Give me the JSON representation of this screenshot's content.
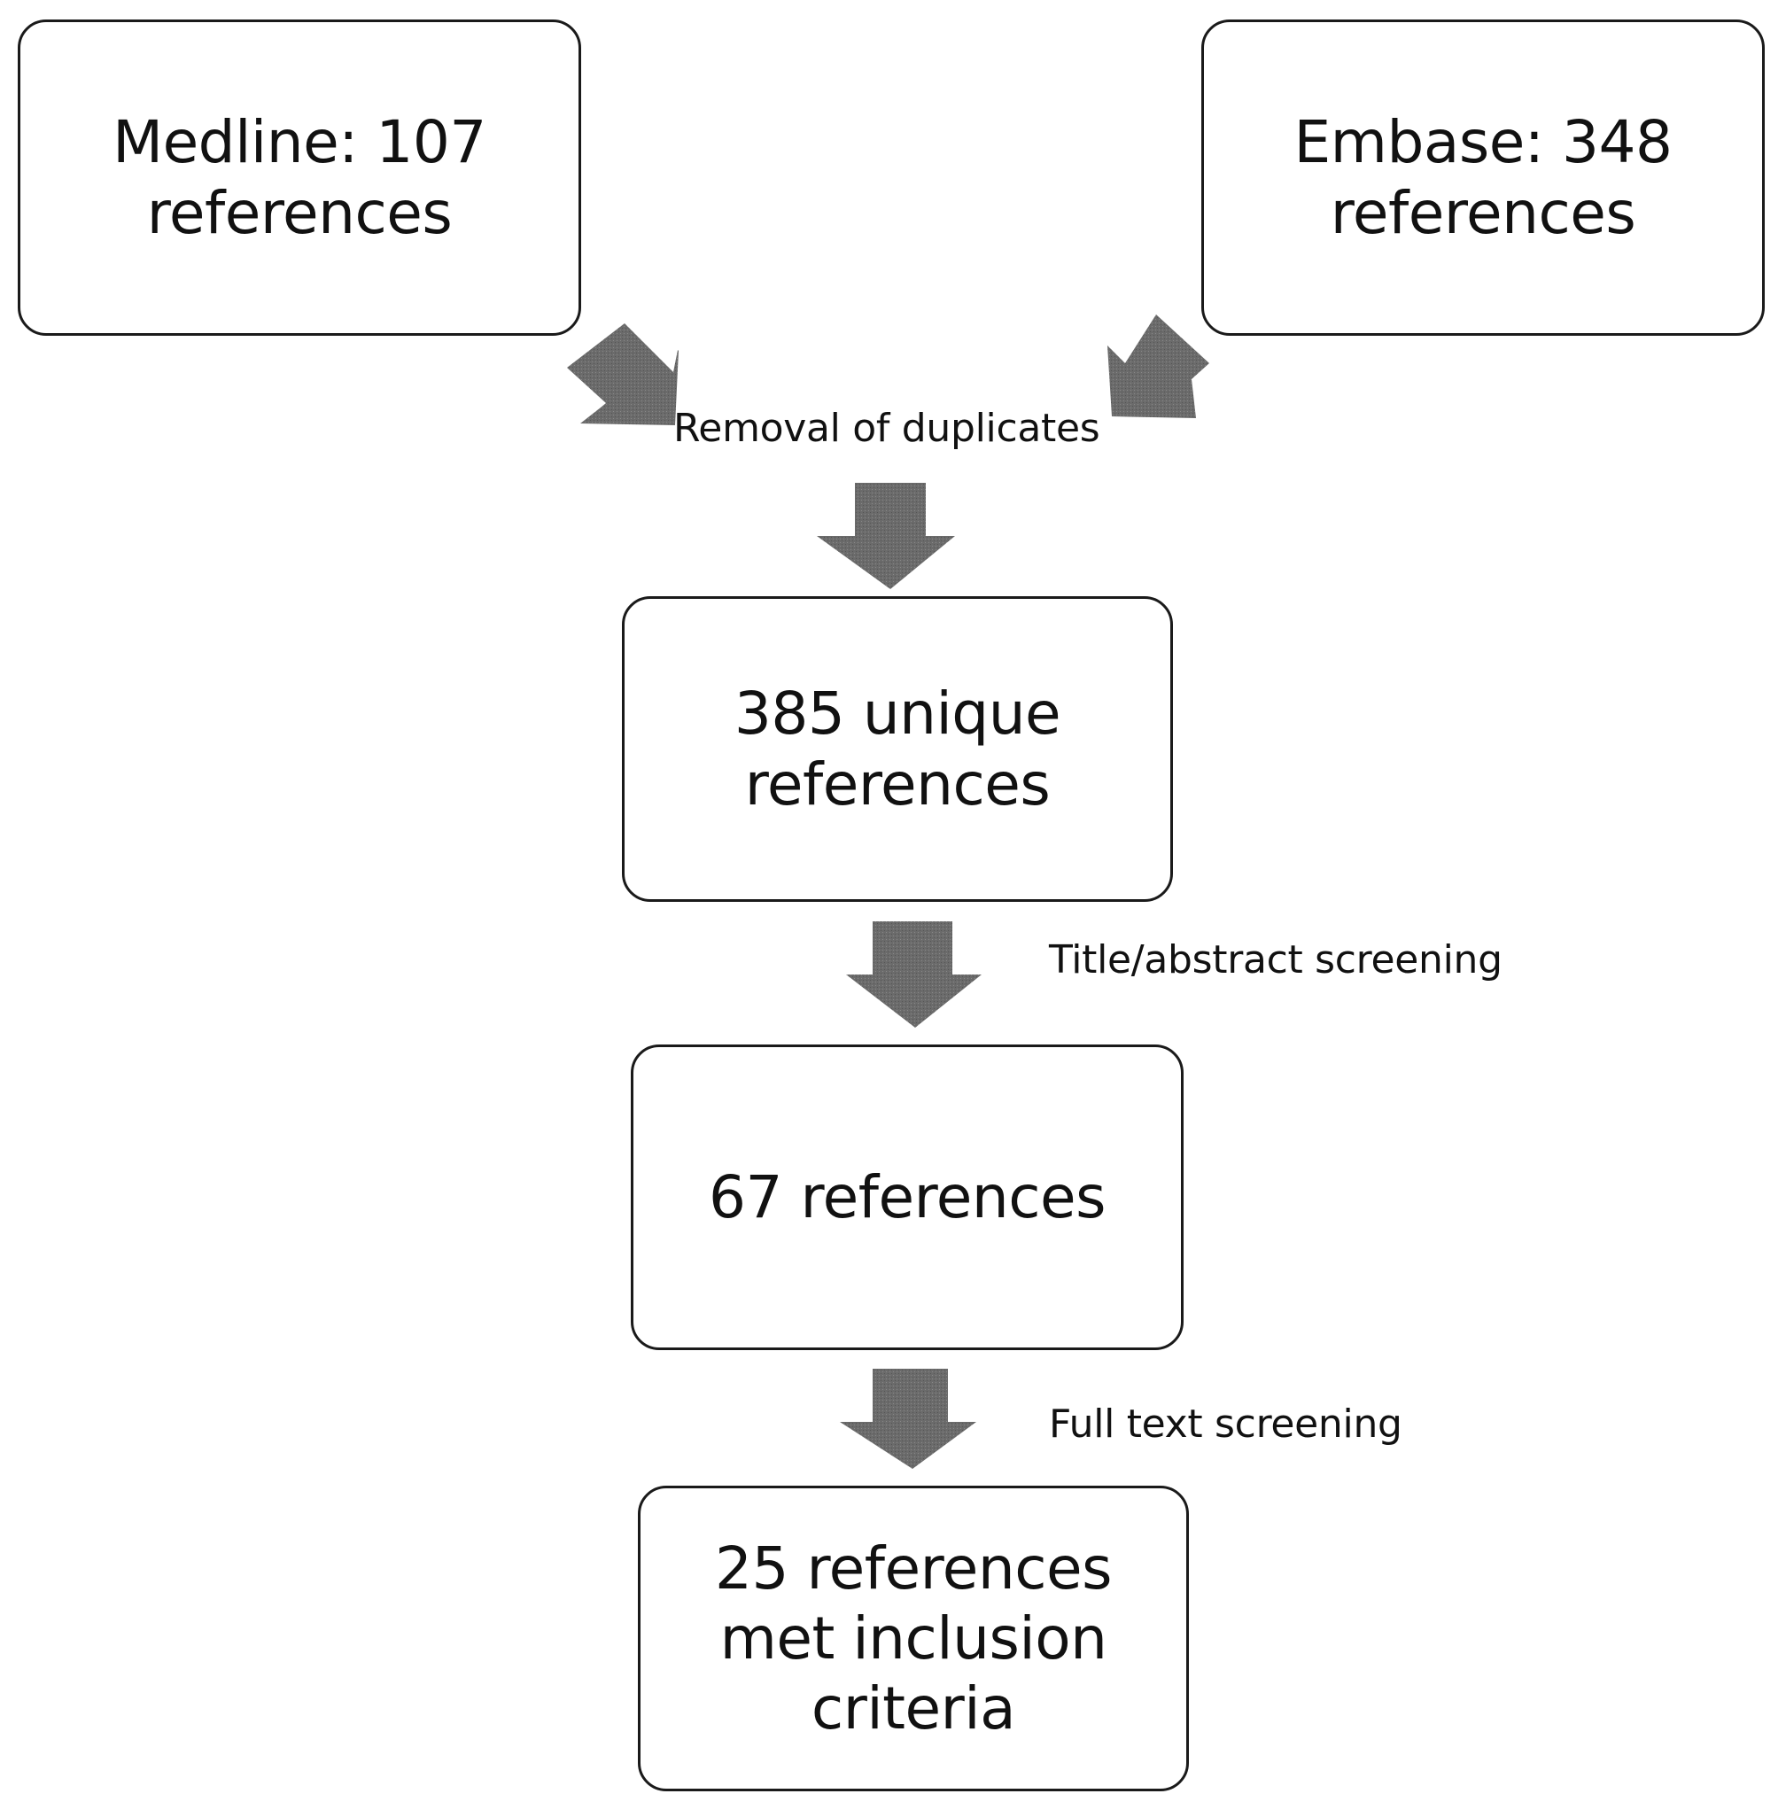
{
  "boxes": {
    "medline": "Medline: 107\nreferences",
    "embase": "Embase: 348\nreferences",
    "unique": "385 unique\nreferences",
    "after_title_abstract": "67 references",
    "included": "25 references\nmet inclusion\ncriteria"
  },
  "steps": {
    "deduplication": "Removal of duplicates",
    "title_abstract": "Title/abstract screening",
    "full_text": "Full text screening"
  },
  "colors": {
    "arrow_fill": "#6b6b6b",
    "box_border": "#1a1a1a"
  }
}
